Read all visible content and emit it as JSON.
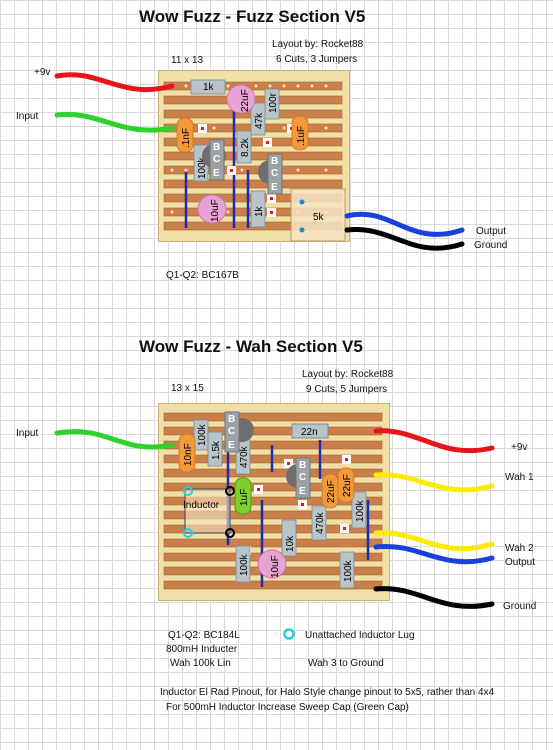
{
  "fuzz": {
    "title": "Wow Fuzz - Fuzz Section V5",
    "grid_size": "11 x 13",
    "layout_by": "Layout by: Rocket88",
    "cuts_jumpers": "6 Cuts, 3 Jumpers",
    "transistors": "Q1-Q2: BC167B",
    "wires": {
      "v9": "+9v",
      "input": "Input",
      "output": "Output",
      "ground": "Ground"
    },
    "components": {
      "r1k": "1k",
      "c22uf": "22uF",
      "r100r": "100r",
      "c1nf": ".1nF",
      "r47k": "47k",
      "c1uf": ".1uF",
      "r8k2": "8.2k",
      "r100k": "100k",
      "c10uf": "10uF",
      "r1k_b": "1k",
      "pot5k": "5k"
    },
    "pins": {
      "b": "B",
      "c": "C",
      "e": "E"
    },
    "colors": {
      "red": "#e8141b",
      "green": "#2ed12e",
      "blue": "#1a3fe0",
      "black": "#000000",
      "jumper": "#1c2bb0",
      "strip": "#c9804a",
      "board": "#f1dfa8"
    }
  },
  "wah": {
    "title": "Wow Fuzz - Wah Section V5",
    "grid_size": "13 x 15",
    "layout_by": "Layout by: Rocket88",
    "cuts_jumpers": "9 Cuts, 5 Jumpers",
    "wires": {
      "input": "Input",
      "v9": "+9v",
      "wah1": "Wah 1",
      "wah2": "Wah 2",
      "output": "Output",
      "ground": "Ground"
    },
    "components": {
      "c10nf": "10nF",
      "r100k": "100k",
      "r15k": "1.5k",
      "r470k": "470k",
      "c22n": "22n",
      "c1uf": "1uF",
      "c22uf_a": "22uF",
      "c22uf_b": "22uF",
      "r100k_b": "100k",
      "r470k_b": "470k",
      "inductor": "Inductor",
      "r100k_c": "100k",
      "c10uf": "10uF",
      "r10k": "10k",
      "r100k_d": "100k"
    },
    "notes": {
      "transistors": "Q1-Q2: BC184L",
      "inductor": "800mH Inducter",
      "pot": "Wah 100k Lin",
      "legend_lug": "Unattached Inductor Lug",
      "wah3": "Wah 3 to Ground",
      "note1": "Inductor El Rad Pinout, for Halo Style change pinout to 5x5, rather than 4x4",
      "note2": "For 500mH Inductor Increase Sweep Cap (Green Cap)"
    }
  }
}
